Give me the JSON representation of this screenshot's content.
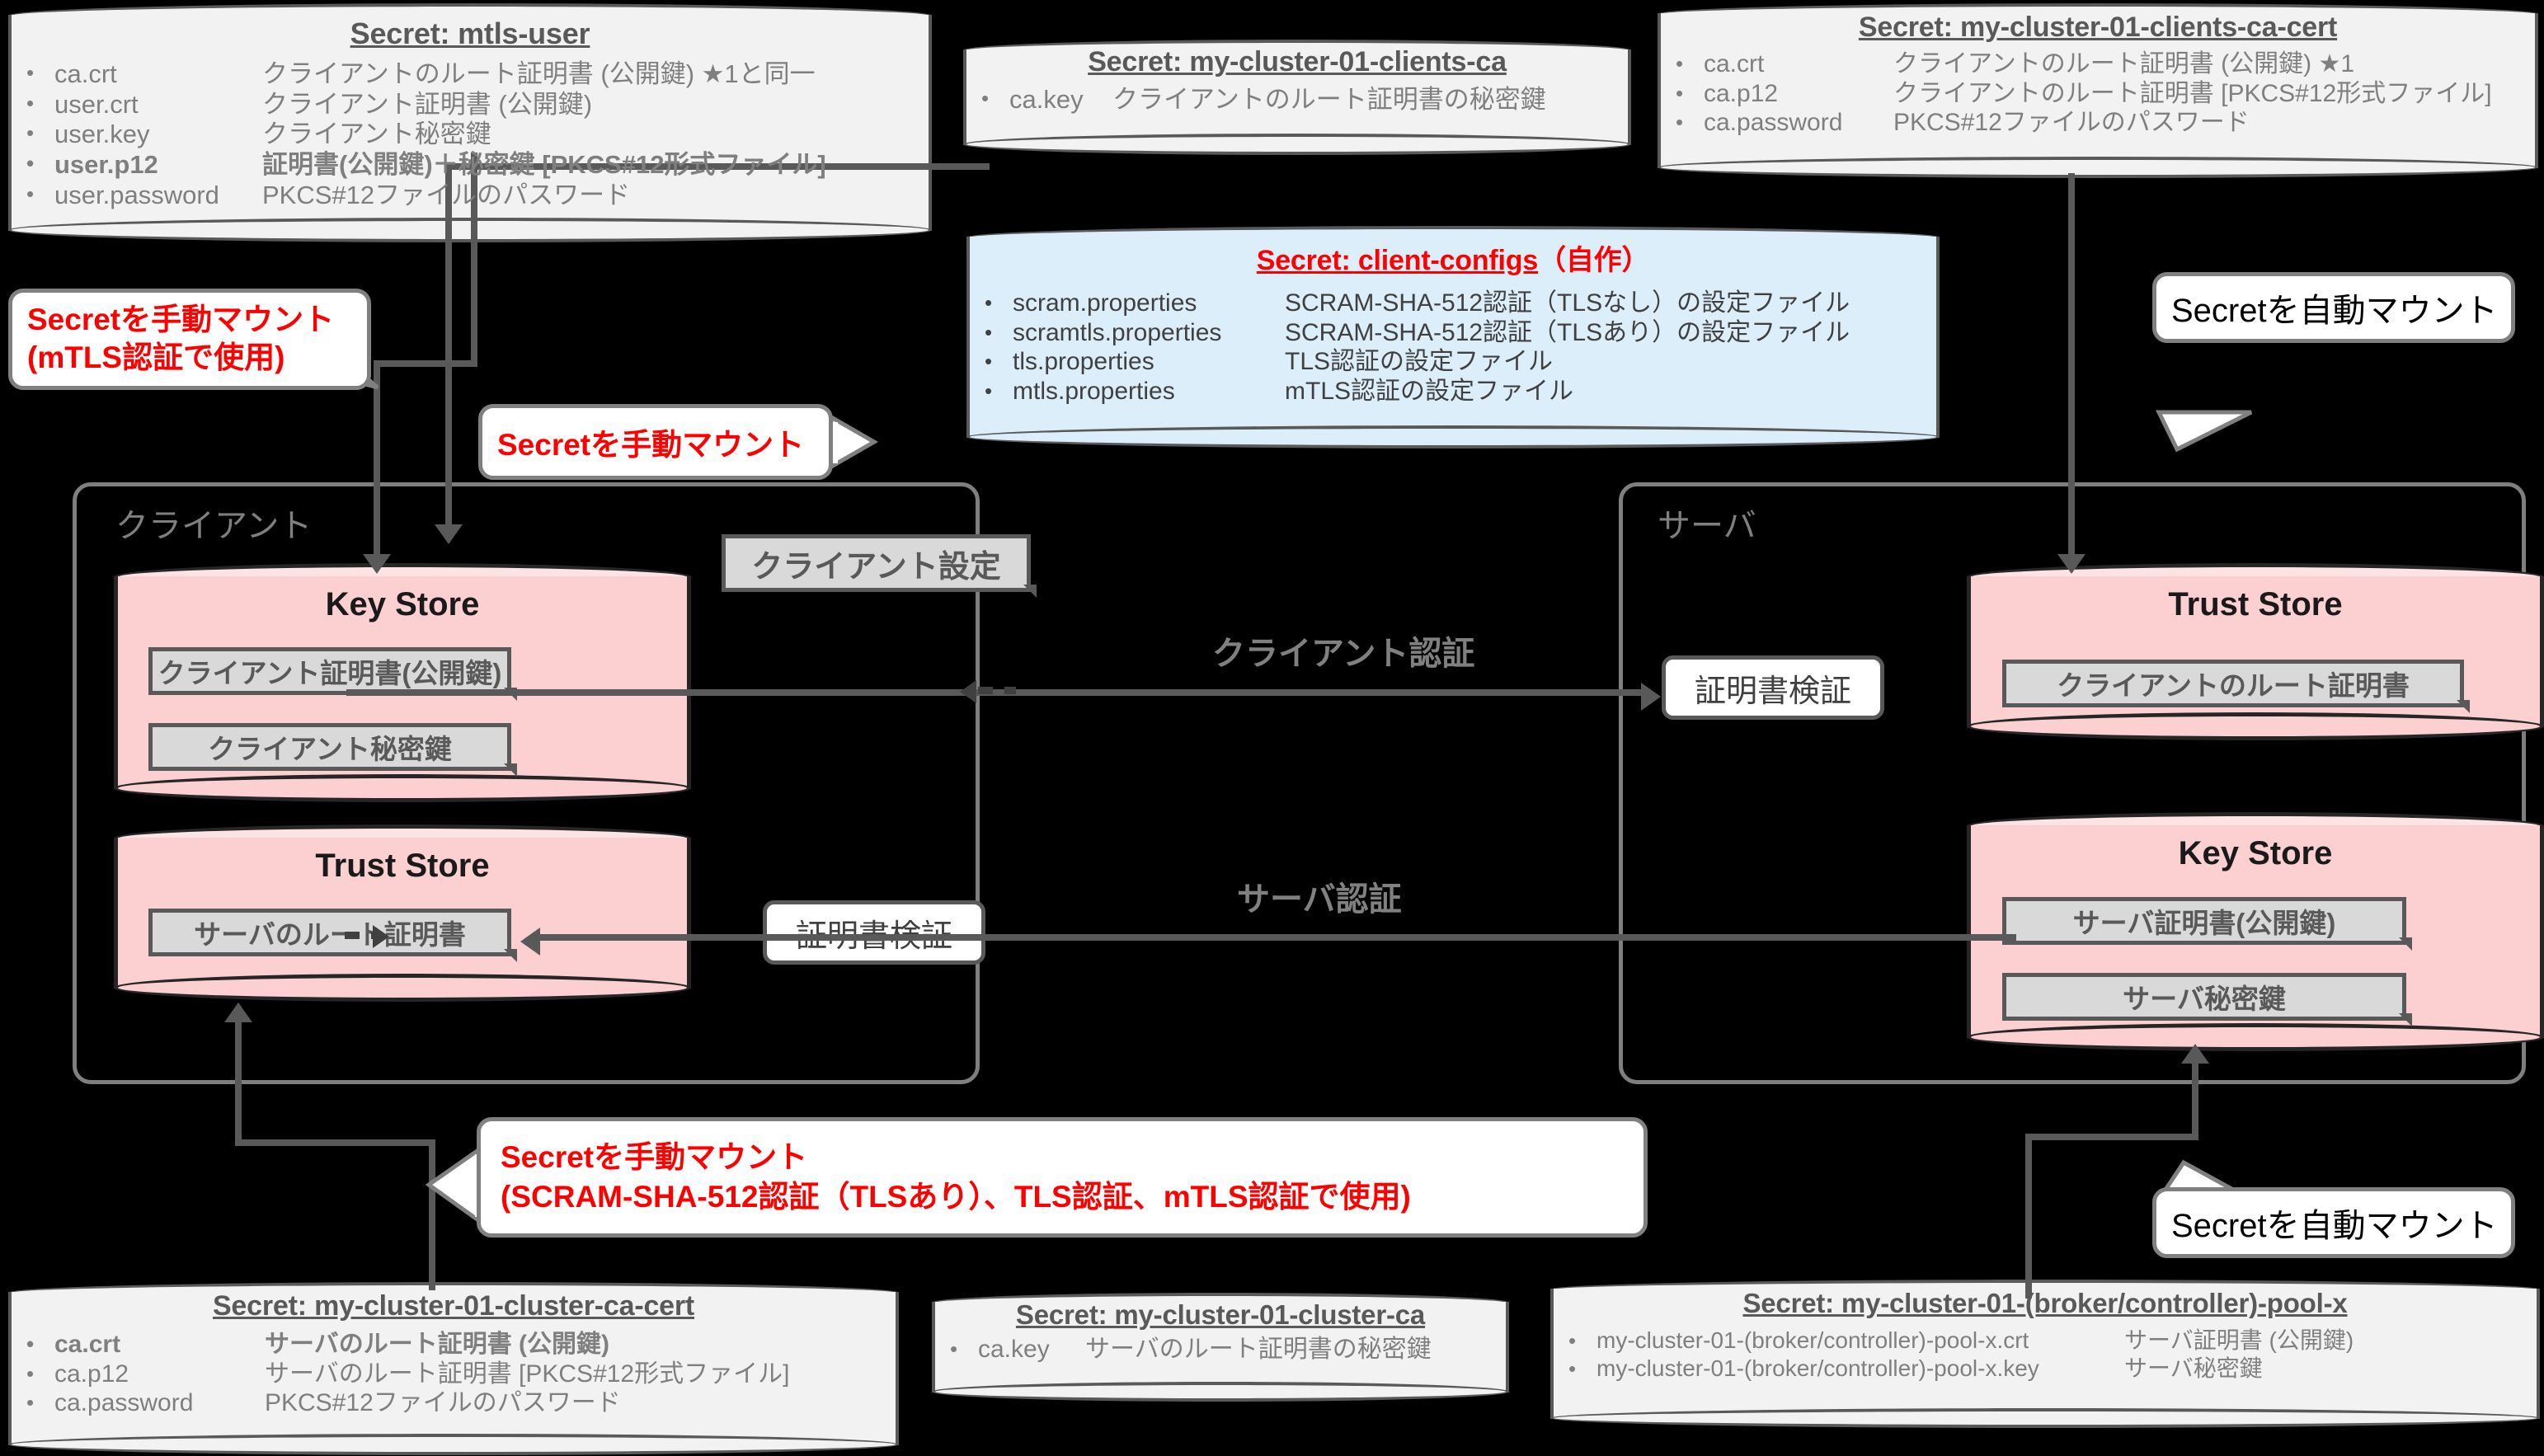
{
  "secrets": {
    "mtls_user": {
      "title": "Secret: mtls-user",
      "items": [
        {
          "key": "ca.crt",
          "value": "クライアントのルート証明書 (公開鍵) ★1と同一",
          "red": false
        },
        {
          "key": "user.crt",
          "value": "クライアント証明書 (公開鍵)",
          "red": false
        },
        {
          "key": "user.key",
          "value": "クライアント秘密鍵",
          "red": false
        },
        {
          "key": "user.p12",
          "value": "証明書(公開鍵)＋秘密鍵 [PKCS#12形式ファイル]",
          "red": true
        },
        {
          "key": "user.password",
          "value": "PKCS#12ファイルのパスワード",
          "red": false
        }
      ]
    },
    "clients_ca": {
      "title": "Secret: my-cluster-01-clients-ca",
      "items": [
        {
          "key": "ca.key",
          "value": "クライアントのルート証明書の秘密鍵",
          "red": false
        }
      ]
    },
    "clients_ca_cert": {
      "title": "Secret: my-cluster-01-clients-ca-cert",
      "items": [
        {
          "key": "ca.crt",
          "value": "クライアントのルート証明書 (公開鍵) ★1",
          "red": false
        },
        {
          "key": "ca.p12",
          "value": "クライアントのルート証明書 [PKCS#12形式ファイル]",
          "red": false
        },
        {
          "key": "ca.password",
          "value": "PKCS#12ファイルのパスワード",
          "red": false
        }
      ]
    },
    "client_configs": {
      "title": "Secret: client-configs",
      "title_suffix": "（自作）",
      "items": [
        {
          "key": "scram.properties",
          "value": "SCRAM-SHA-512認証（TLSなし）の設定ファイル",
          "red": false
        },
        {
          "key": "scramtls.properties",
          "value": "SCRAM-SHA-512認証（TLSあり）の設定ファイル",
          "red": false
        },
        {
          "key": "tls.properties",
          "value": "TLS認証の設定ファイル",
          "red": false
        },
        {
          "key": "mtls.properties",
          "value": "mTLS認証の設定ファイル",
          "red": false
        }
      ]
    },
    "cluster_ca_cert": {
      "title": "Secret: my-cluster-01-cluster-ca-cert",
      "items": [
        {
          "key": "ca.crt",
          "value": "サーバのルート証明書 (公開鍵)",
          "red": true
        },
        {
          "key": "ca.p12",
          "value": "サーバのルート証明書 [PKCS#12形式ファイル]",
          "red": false
        },
        {
          "key": "ca.password",
          "value": "PKCS#12ファイルのパスワード",
          "red": false
        }
      ]
    },
    "cluster_ca": {
      "title": "Secret: my-cluster-01-cluster-ca",
      "items": [
        {
          "key": "ca.key",
          "value": "サーバのルート証明書の秘密鍵",
          "red": false
        }
      ]
    },
    "broker_pool": {
      "title": "Secret: my-cluster-01-(broker/controller)-pool-x",
      "items": [
        {
          "key": "my-cluster-01-(broker/controller)-pool-x.crt",
          "value": "サーバ証明書 (公開鍵)",
          "red": false
        },
        {
          "key": "my-cluster-01-(broker/controller)-pool-x.key",
          "value": "サーバ秘密鍵",
          "red": false
        }
      ]
    }
  },
  "zones": {
    "client_label": "クライアント",
    "server_label": "サーバ"
  },
  "client": {
    "key_store_title": "Key Store",
    "key_store_items": [
      "クライアント証明書(公開鍵)",
      "クライアント秘密鍵"
    ],
    "trust_store_title": "Trust Store",
    "trust_store_items": [
      "サーバのルート証明書"
    ],
    "client_config_box": "クライアント設定",
    "verify_box": "証明書検証"
  },
  "server": {
    "trust_store_title": "Trust Store",
    "trust_store_items": [
      "クライアントのルート証明書"
    ],
    "key_store_title": "Key Store",
    "key_store_items": [
      "サーバ証明書(公開鍵)",
      "サーバ秘密鍵"
    ],
    "verify_box": "証明書検証"
  },
  "flows": {
    "client_auth": "クライアント認証",
    "server_auth": "サーバ認証"
  },
  "callouts": {
    "manual_mtls_line1": "Secretを手動マウント",
    "manual_mtls_line2": "(mTLS認証で使用)",
    "manual_simple": "Secretを手動マウント",
    "manual_big_line1": "Secretを手動マウント",
    "manual_big_line2": "(SCRAM-SHA-512認証（TLSあり）、TLS認証、mTLS認証で使用)",
    "auto_top": "Secretを自動マウント",
    "auto_bottom": "Secretを自動マウント"
  },
  "colors": {
    "red": "#ff0000",
    "pink": "#fcd0d0",
    "blue": "#ddeefb",
    "grey_box": "#d9d9d9",
    "line": "#595959",
    "label_grey": "#7f7f7f"
  }
}
